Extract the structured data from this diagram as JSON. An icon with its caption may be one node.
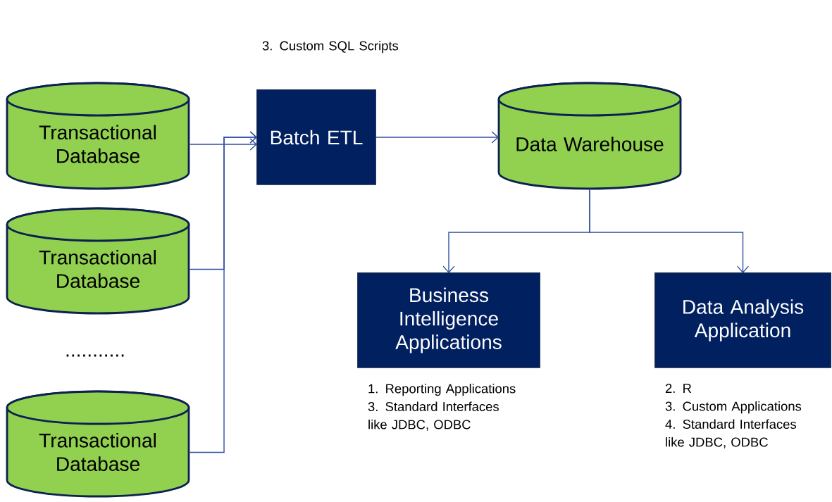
{
  "diagram": {
    "nodes": [
      {
        "text": [
          "Transactional Database"
        ]
      },
      {
        "text": [
          "Transactional Database"
        ]
      },
      {
        "text": [
          "Transactional Database"
        ]
      },
      {
        "text": [
          "Batch ETL"
        ],
        "beside": [
          "3.  Custom SQL Scripts"
        ]
      },
      {
        "text": [
          "Data Warehouse"
        ]
      },
      {
        "text": [
          "Business Intelligence Applications"
        ],
        "beside": [
          "1. Reporting Applications",
          "3. Standard Interfaces like JDBC, ODBC"
        ]
      },
      {
        "text": [
          "Data Analysis Application"
        ],
        "beside": [
          "2. R",
          "3. Custom Applications",
          "4. Standard Interfaces like JDBC, ODBC"
        ]
      }
    ],
    "edges": [
      {
        "from": 0,
        "to": 3,
        "arrow": "to"
      },
      {
        "from": 1,
        "to": 3,
        "arrow": "to"
      },
      {
        "from": 2,
        "to": 3,
        "arrow": "to"
      },
      {
        "from": 3,
        "to": 4,
        "arrow": "to"
      },
      {
        "from": 4,
        "to": 5,
        "arrow": "to"
      },
      {
        "from": 4,
        "to": 6,
        "arrow": "to"
      }
    ],
    "labels": [
      "..........."
    ]
  }
}
